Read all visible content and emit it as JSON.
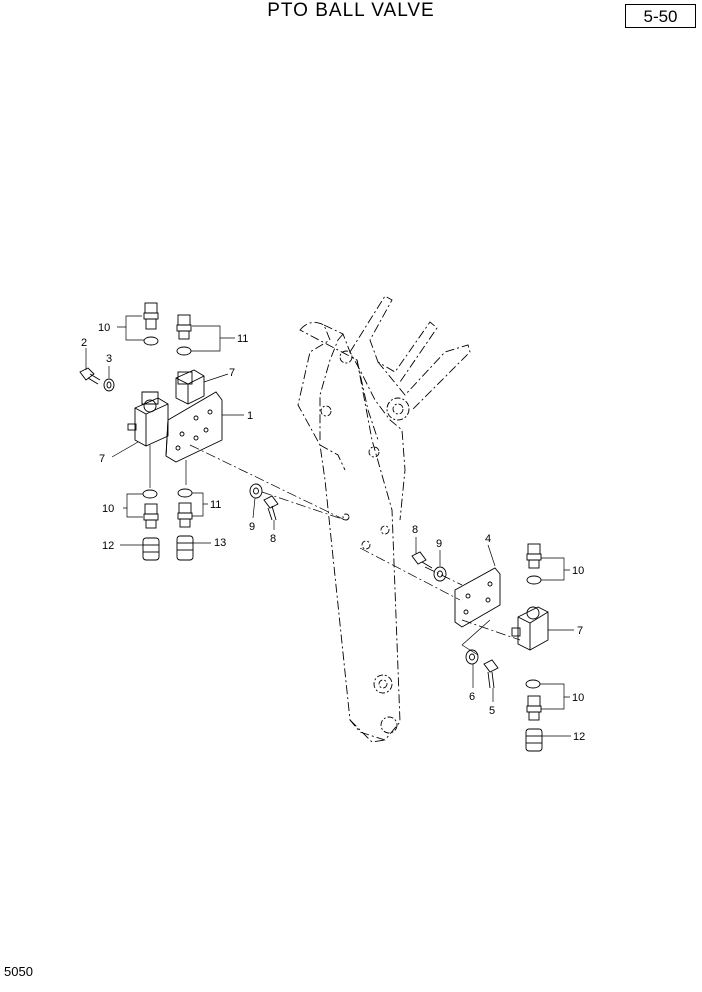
{
  "header": {
    "title": "PTO BALL VALVE",
    "page_code": "5-50"
  },
  "footer": {
    "drawing_number": "5050"
  },
  "callouts": {
    "c1": "1",
    "c2": "2",
    "c3": "3",
    "c4": "4",
    "c5": "5",
    "c6": "6",
    "c7a": "7",
    "c7b": "7",
    "c7c": "7",
    "c8a": "8",
    "c8b": "8",
    "c9a": "9",
    "c9b": "9",
    "c10a": "10",
    "c10b": "10",
    "c10c": "10",
    "c10d": "10",
    "c11a": "11",
    "c11b": "11",
    "c12a": "12",
    "c12b": "12",
    "c13": "13"
  }
}
